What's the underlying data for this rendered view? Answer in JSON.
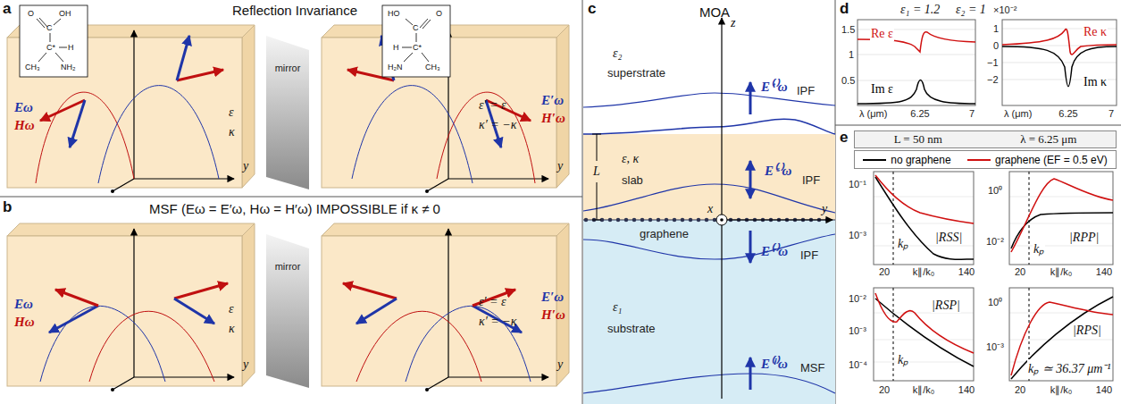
{
  "diagram": {
    "nodes": [
      {
        "text": [
          "L = 50 nm",
          "λ = 6.25 μm"
        ]
      }
    ],
    "labels": [
      "a",
      "Reflection Invariance",
      "O",
      "OH",
      "C",
      "C*",
      "H",
      "CH₃",
      "NH₂",
      "HO",
      "O",
      "C",
      "C*",
      "H",
      "H₂N",
      "CH₃",
      "Eω",
      "Hω",
      "ε",
      "κ",
      "mirror",
      "ε′ = ε",
      "κ′ = −κ",
      "E′ω",
      "H′ω",
      "y",
      "y",
      "b",
      "MSF (Eω = E′ω, Hω = H′ω) IMPOSSIBLE if κ ≠ 0",
      "Eω",
      "Hω",
      "ε",
      "κ",
      "mirror",
      "ε′ = ε",
      "κ′ = −κ",
      "E′ω",
      "H′ω",
      "y",
      "y",
      "c",
      "MOA",
      "z",
      "ε₂",
      "superstrate",
      "E⁽ᵗ⁾ω",
      "IPF",
      "L",
      "ε, κ",
      "slab",
      "E⁽ˢ⁾ω",
      "IPF",
      "x",
      "y",
      "graphene",
      "E⁽ʳ⁾ω",
      "IPF",
      "ε₁",
      "substrate",
      "E⁽ⁱ⁾ω",
      "MSF",
      "d",
      "ε₁ = 1.2",
      "ε₂ = 1",
      "1.5",
      "1",
      "0.5",
      "Re ε",
      "Im ε",
      "λ (μm)",
      "6.25",
      "7",
      "×10⁻²",
      "1",
      "0",
      "−1",
      "−2",
      "Re κ",
      "Im κ",
      "λ (μm)",
      "6.25",
      "7",
      "e",
      "10⁻¹",
      "10⁻³",
      "|RSS|",
      "kₚ",
      "20",
      "k∥/k₀",
      "140",
      "10⁰",
      "10⁻²",
      "|RPP|",
      "kₚ",
      "20",
      "k∥/k₀",
      "140",
      "10⁻²",
      "10⁻³",
      "10⁻⁴",
      "|RSP|",
      "kₚ",
      "20",
      "k∥/k₀",
      "140",
      "10⁰",
      "10⁻³",
      "|RPS|",
      "kₚ ≃ 36.37 μm⁻¹",
      "20",
      "k∥/k₀",
      "140"
    ],
    "legend": [
      {
        "text": "no graphene"
      },
      {
        "text": "graphene (EF = 0.5 eV)"
      }
    ]
  }
}
